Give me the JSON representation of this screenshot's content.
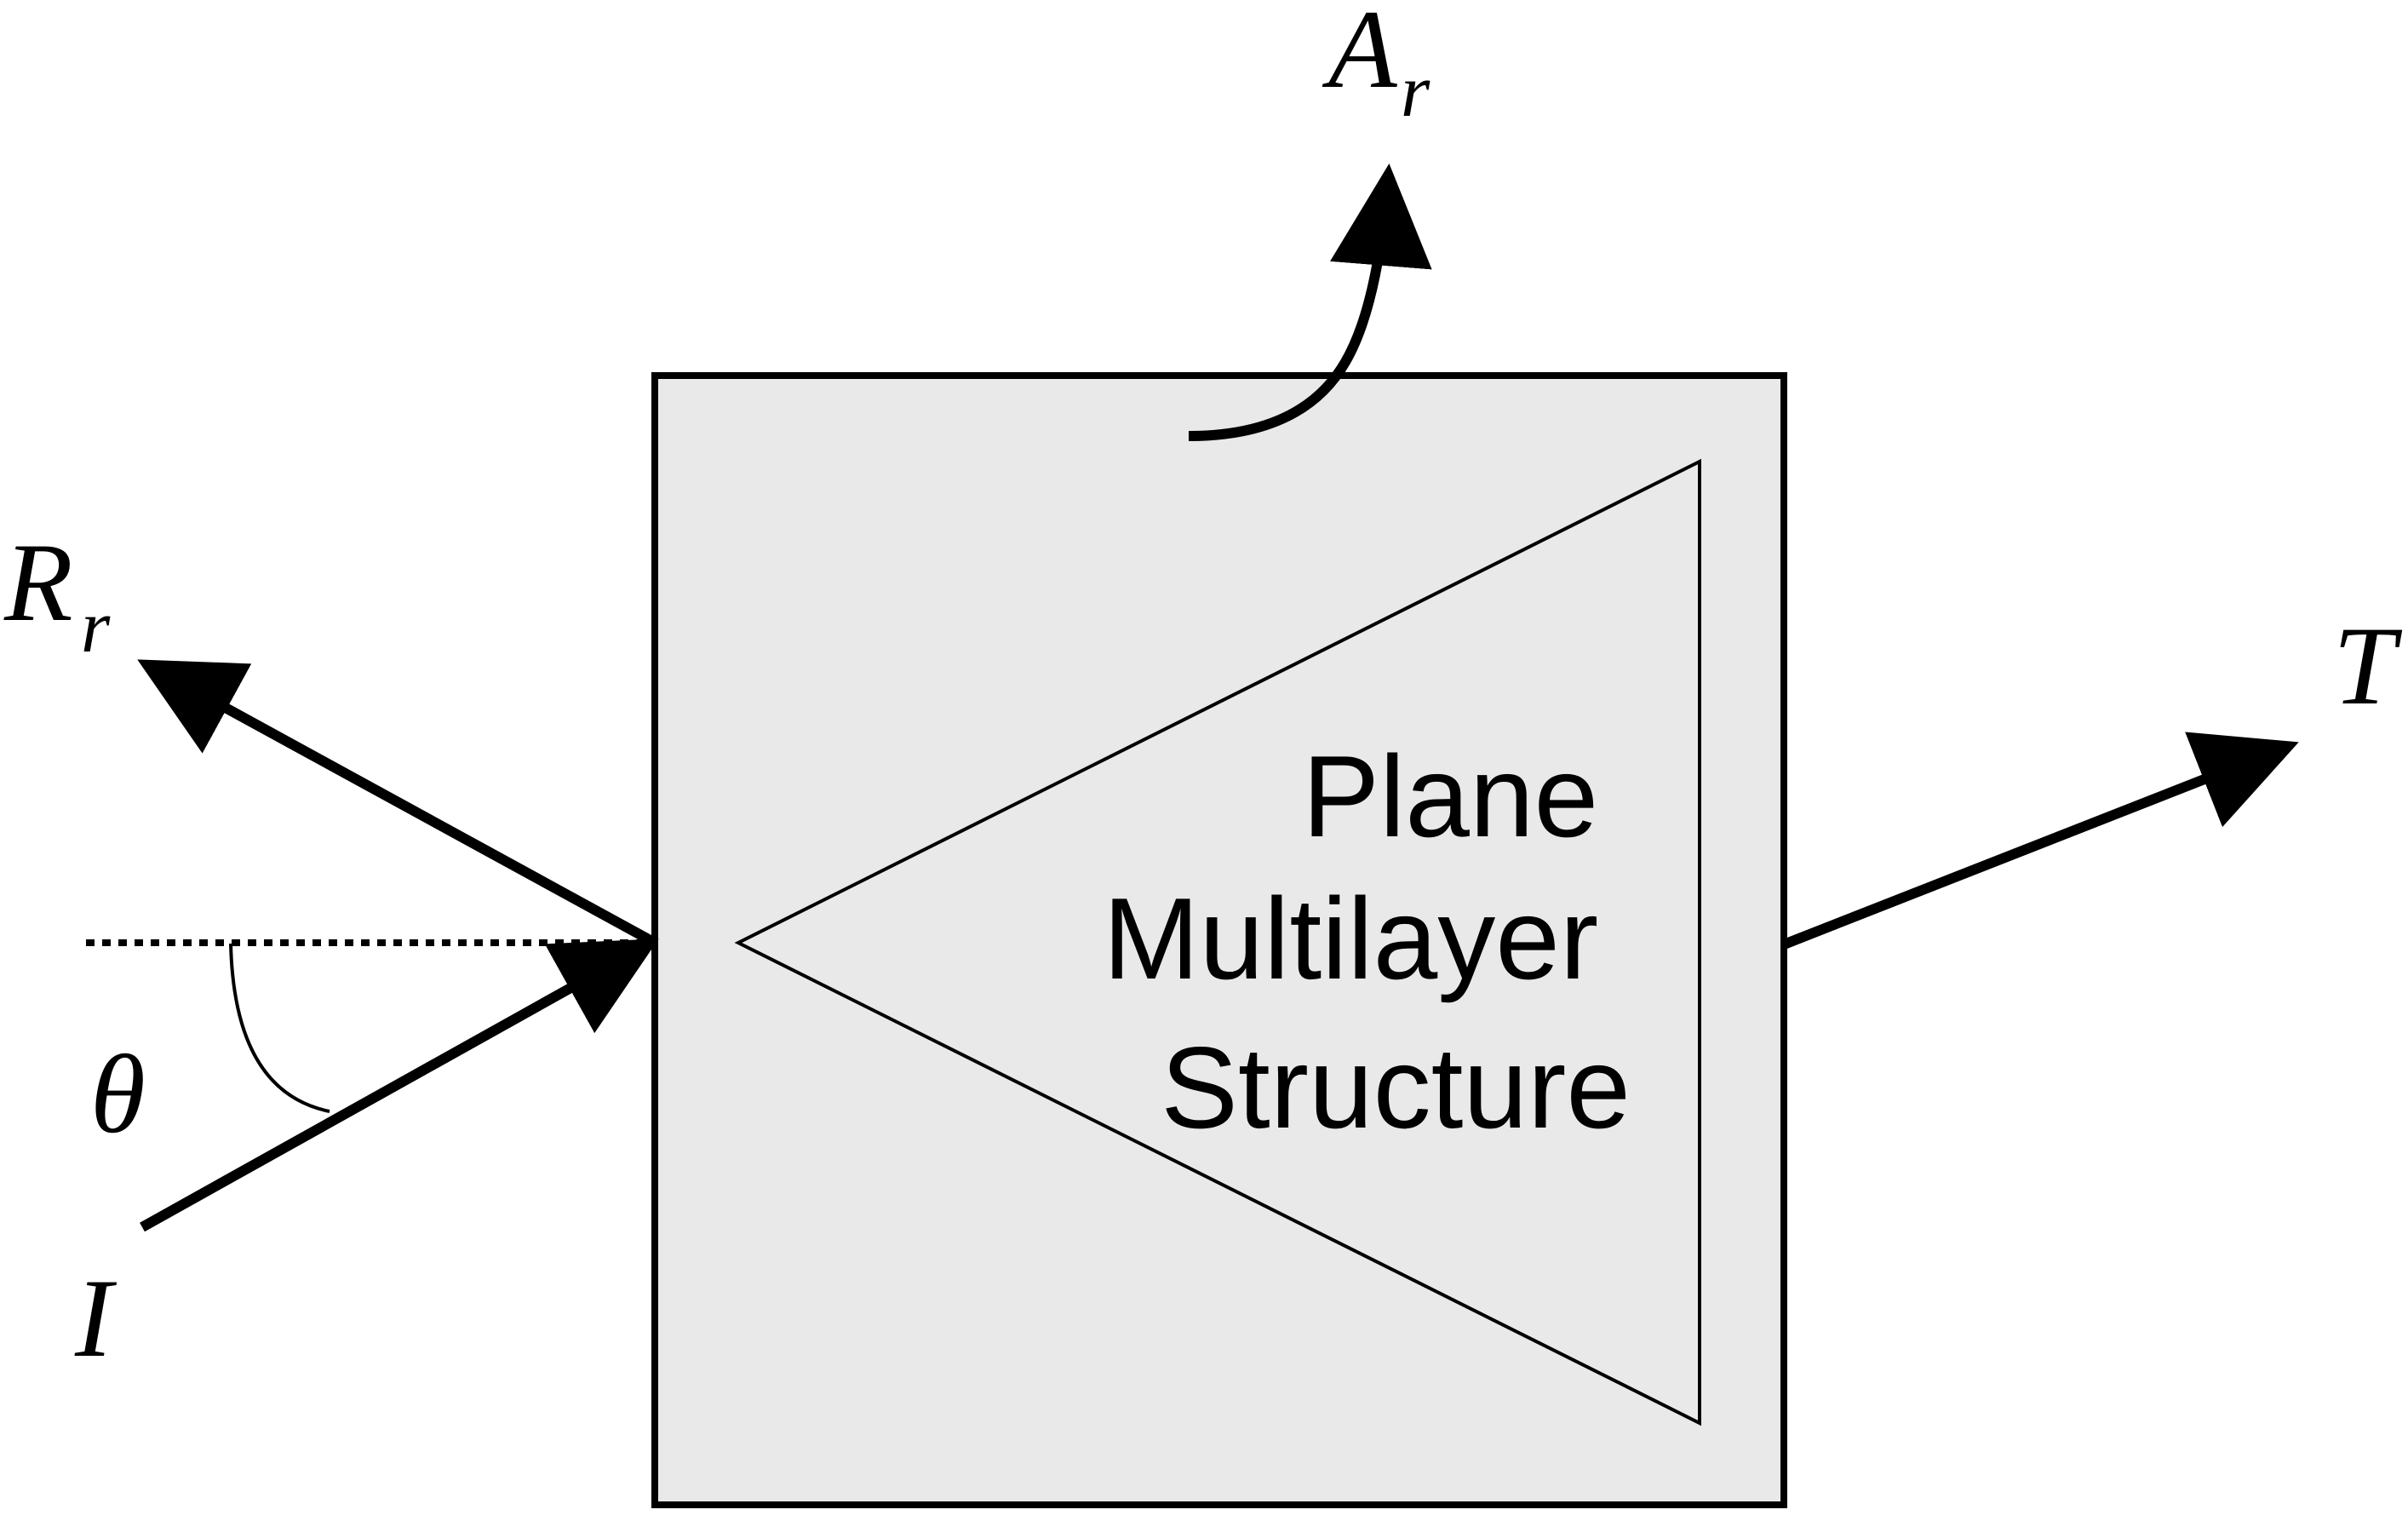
{
  "diagram": {
    "labels": {
      "absorbed_main": "A",
      "absorbed_sub": "r",
      "reflected_main": "R",
      "reflected_sub": "r",
      "transmitted": "T",
      "incident": "I",
      "angle": "θ"
    },
    "structure_text": {
      "line1": "Plane",
      "line2": "Multilayer",
      "line3": "Structure"
    },
    "colors": {
      "box_fill": "#e9e9e9",
      "stroke": "#000000",
      "background": "#ffffff"
    }
  }
}
